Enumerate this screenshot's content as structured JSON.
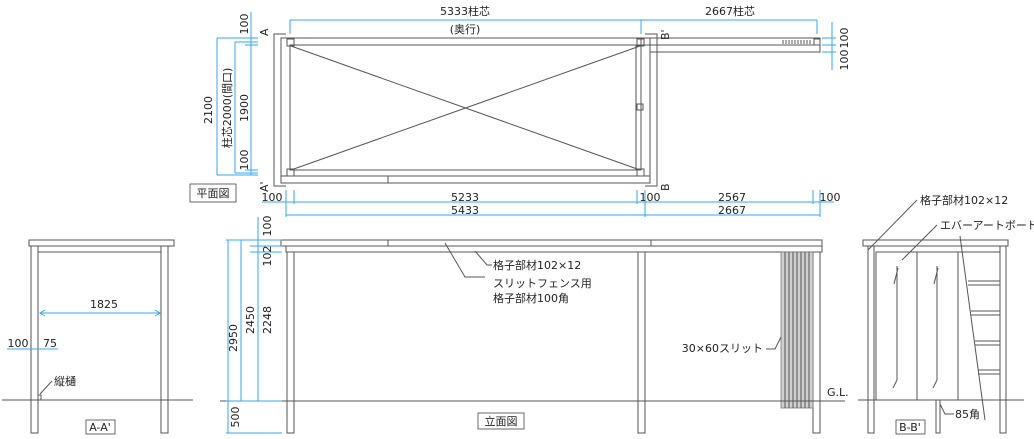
{
  "colors": {
    "dimension": "#33aaee",
    "line": "#555555"
  },
  "plan": {
    "title": "平面図",
    "depth_center": "5333柱芯",
    "depth_label": "(奥行)",
    "ext_center": "2667柱芯",
    "left_total": "2100",
    "left_center": "柱芯2000(間口)",
    "left_top": "100",
    "left_mid": "1900",
    "left_bottom": "100",
    "right_top": "100",
    "right_bottom": "100",
    "bottom_row1": [
      "100",
      "5233",
      "100",
      "2567",
      "100"
    ],
    "bottom_row2": [
      "5433",
      "2667"
    ],
    "section_a": "A",
    "section_a2": "A'",
    "section_b": "B",
    "section_b2": "B'"
  },
  "section_aa": {
    "title": "A-A'",
    "width": "1825",
    "dim_100": "100",
    "dim_75": "75",
    "gutter": "縦樋"
  },
  "elevation": {
    "title": "立面図",
    "dim_total": "2950",
    "dim_2450": "2450",
    "dim_2248": "2248",
    "dim_100": "100",
    "dim_102": "102",
    "dim_500": "500",
    "label_lattice": "格子部材102×12",
    "label_slit_fence_1": "スリットフェンス用",
    "label_slit_fence_2": "格子部材100角",
    "label_slit": "30×60スリット",
    "gl": "G.L."
  },
  "section_bb": {
    "title": "B-B'",
    "label_lattice": "格子部材102×12",
    "label_board": "エバーアートボード",
    "label_post": "85角"
  }
}
